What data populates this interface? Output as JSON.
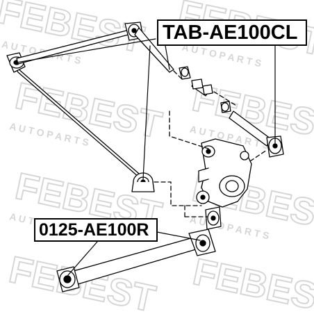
{
  "watermark": {
    "brand": "FEBEST",
    "tagline": "A U T O   P A R T S",
    "color": "#d6d6d6"
  },
  "labels": {
    "top_part_number": "TAB-AE100CL",
    "bottom_part_number": "0125-AE100R"
  },
  "colors": {
    "line": "#000000",
    "background": "#ffffff"
  }
}
